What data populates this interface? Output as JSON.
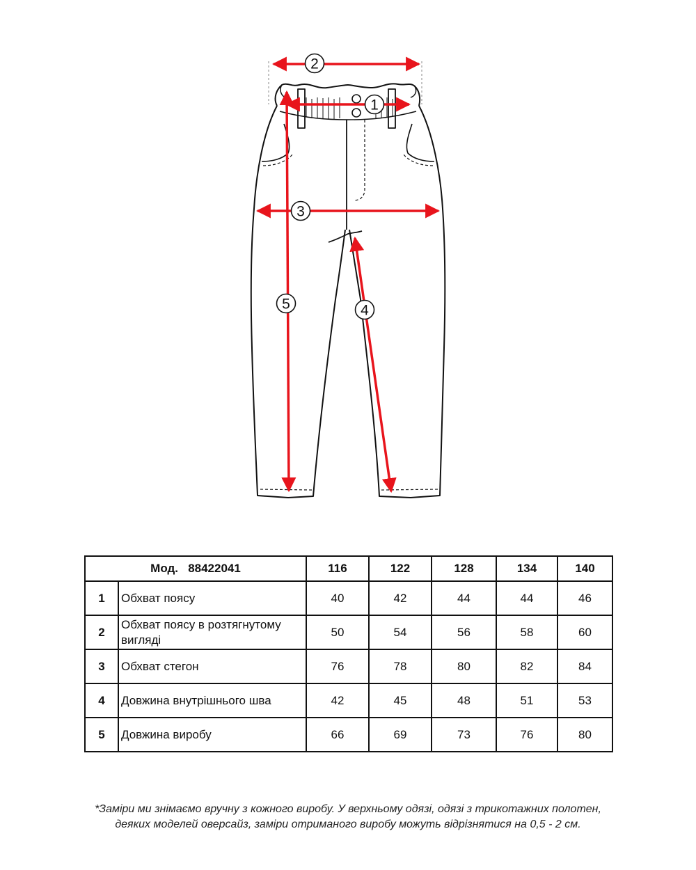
{
  "diagram": {
    "markers": [
      "1",
      "2",
      "3",
      "4",
      "5"
    ],
    "arrow_color": "#e8141c"
  },
  "table": {
    "model_label": "Мод.",
    "model_number": "88422041",
    "sizes": [
      "116",
      "122",
      "128",
      "134",
      "140"
    ],
    "rows": [
      {
        "num": "1",
        "name": "Обхват поясу",
        "values": [
          "40",
          "42",
          "44",
          "44",
          "46"
        ]
      },
      {
        "num": "2",
        "name": "Обхват поясу в розтягнутому вигляді",
        "values": [
          "50",
          "54",
          "56",
          "58",
          "60"
        ]
      },
      {
        "num": "3",
        "name": "Обхват стегон",
        "values": [
          "76",
          "78",
          "80",
          "82",
          "84"
        ]
      },
      {
        "num": "4",
        "name": "Довжина внутрішнього шва",
        "values": [
          "42",
          "45",
          "48",
          "51",
          "53"
        ]
      },
      {
        "num": "5",
        "name": "Довжина виробу",
        "values": [
          "66",
          "69",
          "73",
          "76",
          "80"
        ]
      }
    ]
  },
  "note": {
    "line1": "*Заміри ми знімаємо вручну з кожного виробу. У верхньому одязі, одязі з трикотажних полотен,",
    "line2": "деяких моделей оверсайз, заміри отриманого виробу можуть відрізнятися на 0,5 - 2 см."
  }
}
